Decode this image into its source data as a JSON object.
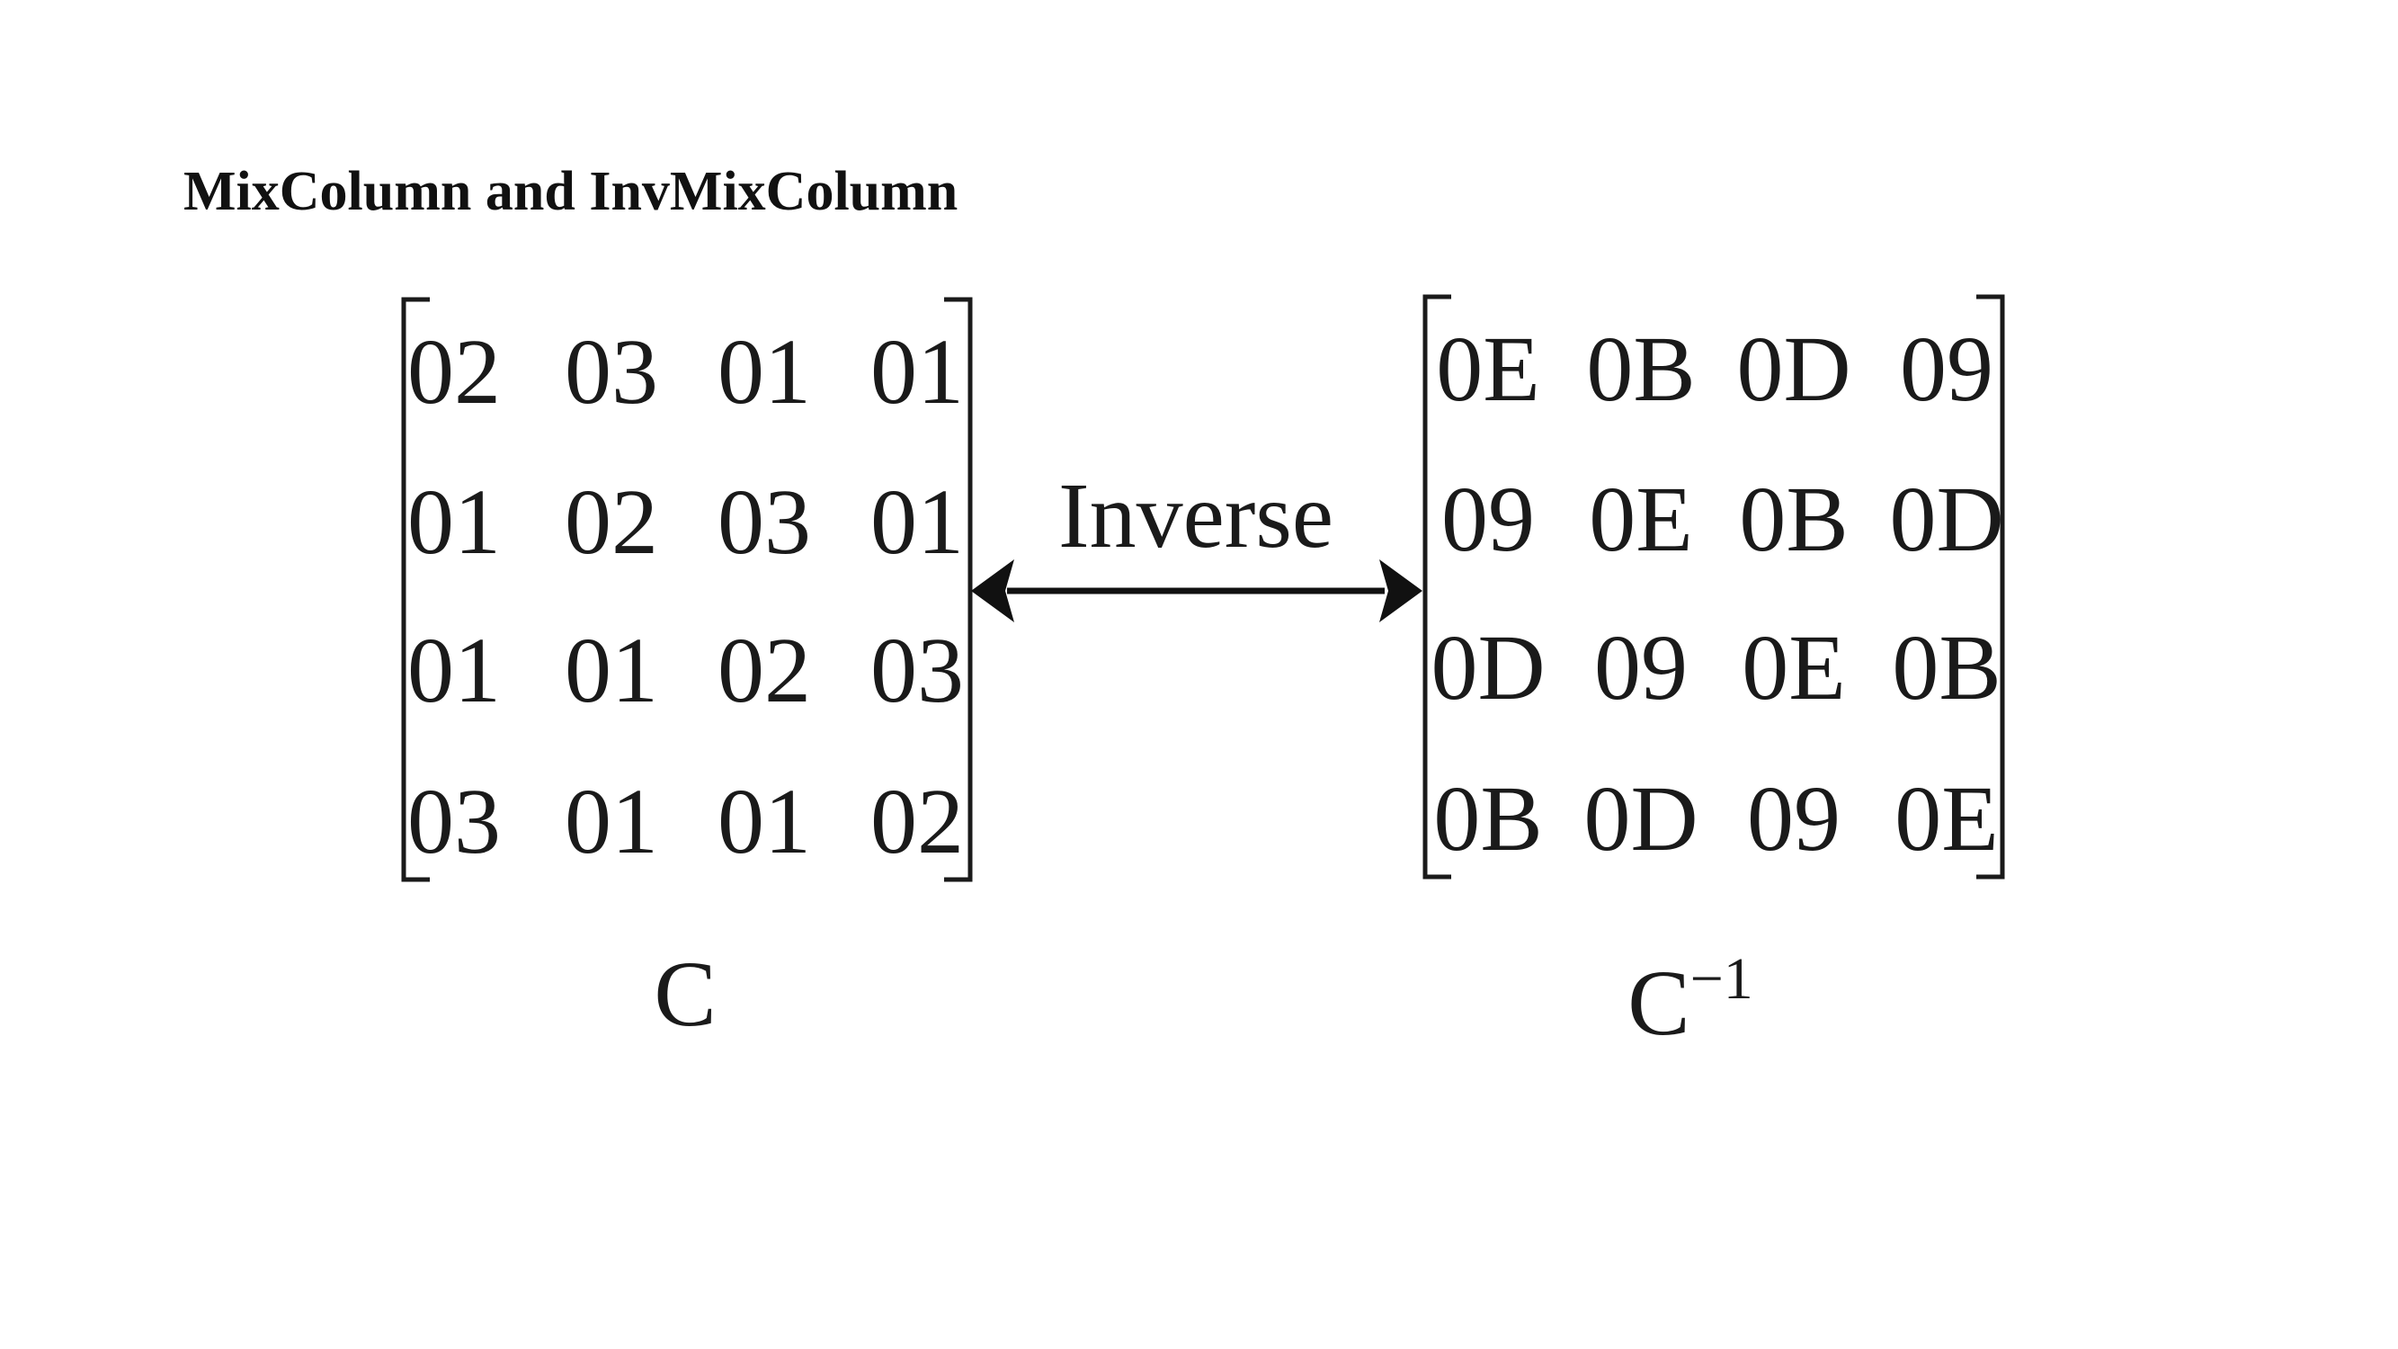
{
  "title": "MixColumn and InvMixColumn",
  "matrix_c": {
    "label": "C",
    "rows": [
      [
        "02",
        "03",
        "01",
        "01"
      ],
      [
        "01",
        "02",
        "03",
        "01"
      ],
      [
        "01",
        "01",
        "02",
        "03"
      ],
      [
        "03",
        "01",
        "01",
        "02"
      ]
    ]
  },
  "matrix_c_inv": {
    "label": "C",
    "label_superscript": "−1",
    "rows": [
      [
        "0E",
        "0B",
        "0D",
        "09"
      ],
      [
        "09",
        "0E",
        "0B",
        "0D"
      ],
      [
        "0D",
        "09",
        "0E",
        "0B"
      ],
      [
        "0B",
        "0D",
        "09",
        "0E"
      ]
    ]
  },
  "arrow": {
    "label": "Inverse"
  }
}
